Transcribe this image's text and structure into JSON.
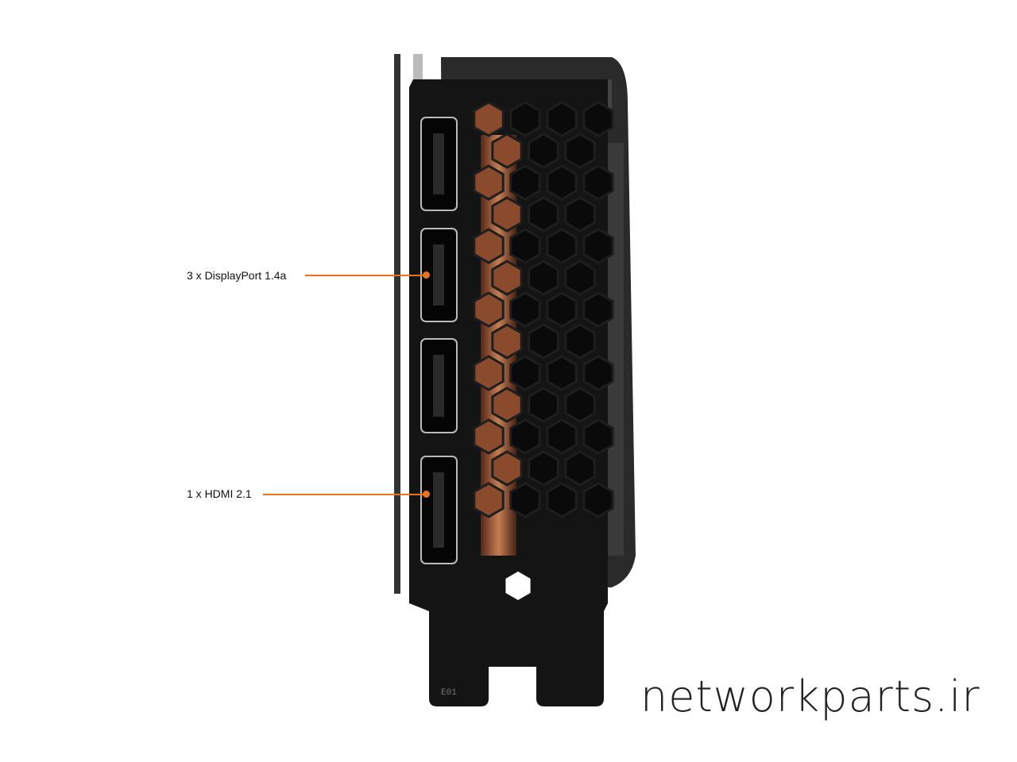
{
  "callouts": [
    {
      "label": "3 x DisplayPort 1.4a"
    },
    {
      "label": "1 x HDMI 2.1"
    }
  ],
  "watermark": "networkparts.ir",
  "bracket_marking": "E01",
  "colors": {
    "accent": "#e8731f",
    "bracket": "#141414",
    "copper": "#b8643a"
  }
}
